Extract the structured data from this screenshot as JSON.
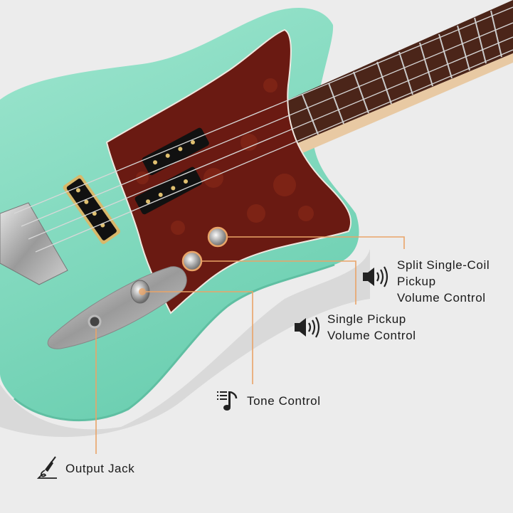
{
  "annotations": {
    "split_coil": {
      "lines": [
        "Split Single-Coil",
        "Pickup",
        "Volume Control"
      ],
      "icon": "speaker-icon"
    },
    "single_pickup": {
      "lines": [
        "Single Pickup",
        "Volume Control"
      ],
      "icon": "speaker-icon"
    },
    "tone": {
      "label": "Tone Control",
      "icon": "music-note-list-icon"
    },
    "output": {
      "label": "Output Jack",
      "icon": "cable-jack-icon"
    }
  },
  "colors": {
    "background": "#ececec",
    "body": "#84dcc2",
    "pickguard": "#6a1a12",
    "fretboard": "#4b2519",
    "leader": "#e9a468"
  }
}
